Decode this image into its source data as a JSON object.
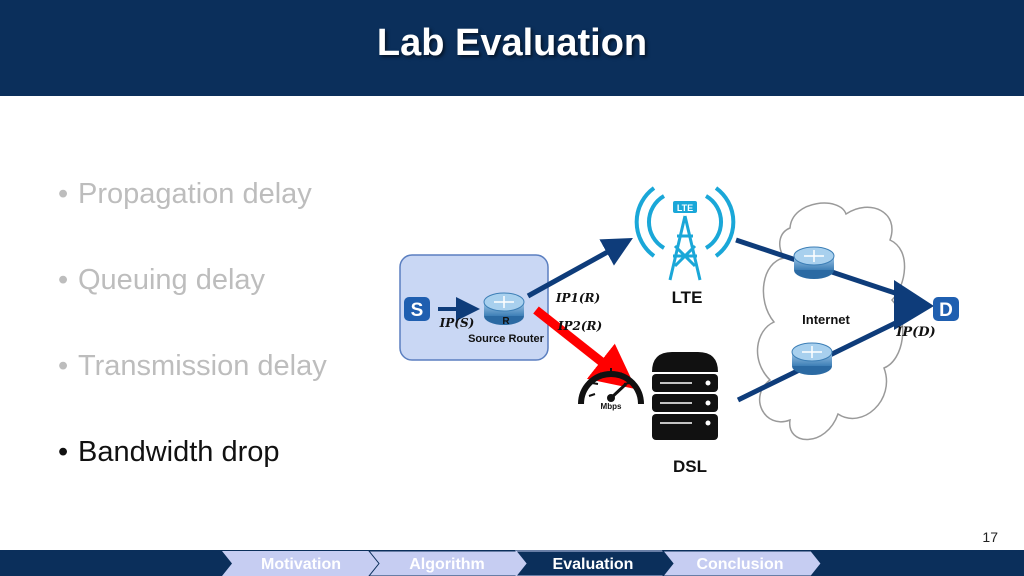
{
  "slide": {
    "title": "Lab Evaluation",
    "page_number": "17"
  },
  "bullets": [
    {
      "text": "Propagation delay",
      "state": "inactive"
    },
    {
      "text": "Queuing delay",
      "state": "inactive"
    },
    {
      "text": "Transmission delay",
      "state": "inactive"
    },
    {
      "text": "Bandwidth drop",
      "state": "active"
    }
  ],
  "diagram": {
    "source_label": "S",
    "source_ip": "IP(S)",
    "router_label": "R",
    "router_caption": "Source Router",
    "path1_ip": "IP1(R)",
    "path2_ip": "IP2(R)",
    "lte_label": "LTE",
    "lte_icon_text": "LTE",
    "dsl_label": "DSL",
    "speedometer_unit": "Mbps",
    "internet_label": "Internet",
    "dest_label": "D",
    "dest_ip": "IP(D)"
  },
  "nav": [
    {
      "label": "Motivation",
      "active": false
    },
    {
      "label": "Algorithm",
      "active": false
    },
    {
      "label": "Evaluation",
      "active": true
    },
    {
      "label": "Conclusion",
      "active": false
    }
  ],
  "colors": {
    "header": "#0b2f5b",
    "nav_inactive": "#c6cdf2",
    "nav_active": "#0b2f5b",
    "arrow_blue": "#0e3c7a",
    "arrow_red": "#ff0000",
    "router_box": "#c9d7f4",
    "source_badge": "#1f5fb0"
  }
}
